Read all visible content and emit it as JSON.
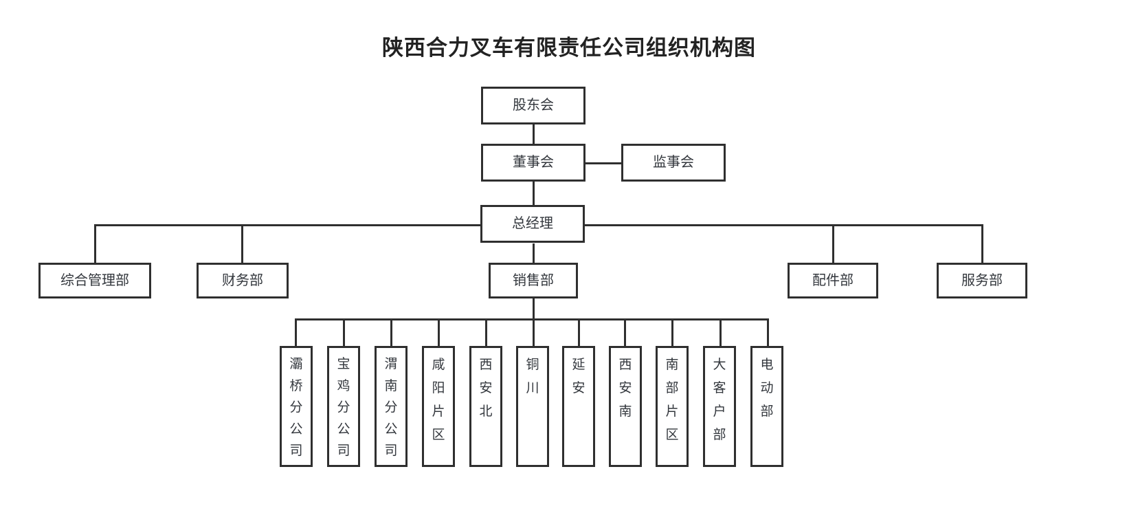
{
  "title": "陕西合力叉车有限责任公司组织机构图",
  "diagram": {
    "type": "org-chart",
    "orientation": "top-down",
    "nodes": {
      "shareholders": "股东会",
      "board": "董事会",
      "supervisors": "监事会",
      "general_manager": "总经理",
      "dept_admin": "综合管理部",
      "dept_finance": "财务部",
      "dept_sales": "销售部",
      "dept_parts": "配件部",
      "dept_service": "服务部"
    },
    "sales_children": [
      {
        "id": "bachiao",
        "label": "灞桥分公司",
        "chars": [
          "灞",
          "桥",
          "分",
          "公",
          "司"
        ]
      },
      {
        "id": "baoji",
        "label": "宝鸡分公司",
        "chars": [
          "宝",
          "鸡",
          "分",
          "公",
          "司"
        ]
      },
      {
        "id": "weinan",
        "label": "渭南分公司",
        "chars": [
          "渭",
          "南",
          "分",
          "公",
          "司"
        ]
      },
      {
        "id": "xianyang",
        "label": "咸阳片区",
        "chars": [
          "咸",
          "阳",
          "片",
          "区"
        ]
      },
      {
        "id": "xianbei",
        "label": "西安北",
        "chars": [
          "西",
          "安",
          "北"
        ]
      },
      {
        "id": "tongchuan",
        "label": "铜川",
        "chars": [
          "铜",
          "川"
        ]
      },
      {
        "id": "yanan",
        "label": "延安",
        "chars": [
          "延",
          "安"
        ]
      },
      {
        "id": "xiannan",
        "label": "西安南",
        "chars": [
          "西",
          "安",
          "南"
        ]
      },
      {
        "id": "nanbu",
        "label": "南部片区",
        "chars": [
          "南",
          "部",
          "片",
          "区"
        ]
      },
      {
        "id": "dakehu",
        "label": "大客户部",
        "chars": [
          "大",
          "客",
          "户",
          "部"
        ]
      },
      {
        "id": "diandong",
        "label": "电动部",
        "chars": [
          "电",
          "动",
          "部"
        ]
      }
    ]
  },
  "colors": {
    "border": "#2f2f2f",
    "text": "#33373d",
    "title": "#222222",
    "background": "#ffffff"
  }
}
